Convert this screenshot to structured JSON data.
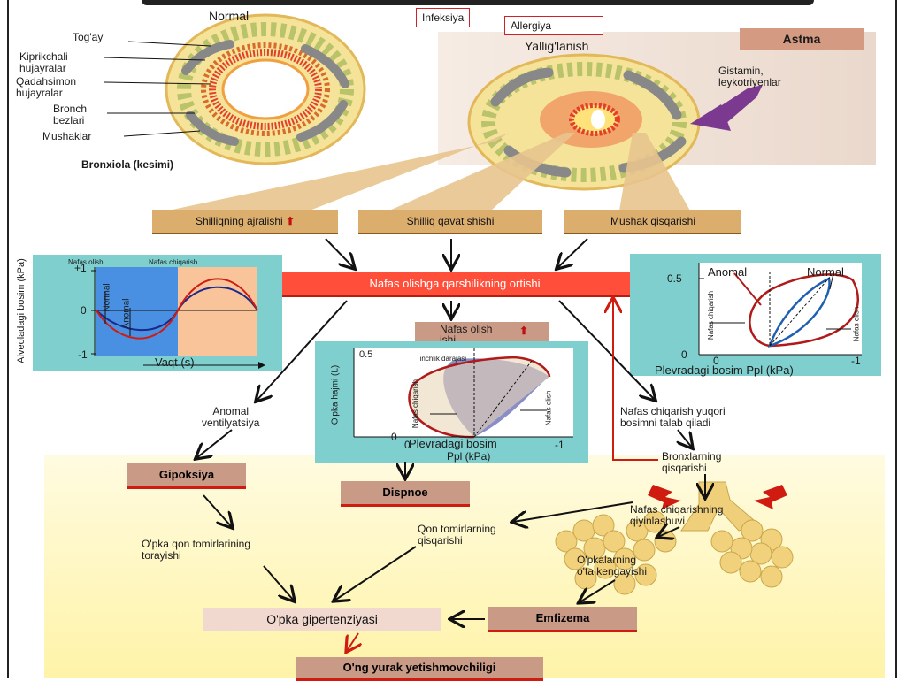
{
  "cross_section": {
    "normal_title": "Normal",
    "caption": "Bronxiola (kesimi)",
    "labels": [
      "Tog'ay",
      "Kiprikchali\nhujayralar",
      "Qadahsimon\nhujayralar",
      "Bronch\nbezlari",
      "Mushaklar"
    ]
  },
  "asthma": {
    "infection": "Infeksiya",
    "allergy": "Allergiya",
    "inflammation": "Yallig'lanish",
    "title": "Astma",
    "mediators": "Gistamin,\nleykotriyenlar"
  },
  "effects": {
    "mucus": "Shilliqning ajralishi",
    "edema": "Shilliq qavat shishi",
    "spasm": "Mushak qisqarishi"
  },
  "central": "Nafas olishga qarshilikning ortishi",
  "breath_work": "Nafas olish\nishi",
  "graph_alveolar": {
    "inhale": "Nafas olish",
    "exhale": "Nafas chiqarish",
    "ylabel": "Alveoladagi bosim (kPa)",
    "xlabel": "Vaqt (s)",
    "yticks": [
      "+1",
      "0",
      "-1"
    ],
    "normal": "Normal",
    "abnormal": "Anomal"
  },
  "graph_volume": {
    "ylabel": "O'pka hajmi (L)",
    "xlabel": "Plevradagi bosim",
    "xunit": "Ppl (kPa)",
    "tidal": "Tinchlik darajasi",
    "exhale": "Nafas chiqarish",
    "inhale": "Nafas olish",
    "y05": "0.5",
    "y0": "0",
    "x0": "0",
    "x1": "-1"
  },
  "graph_pleural": {
    "abnormal": "Anomal",
    "normal": "Normal",
    "xlabel": "Plevradagi bosim Ppl (kPa)",
    "exhale": "Nafas chiqarish",
    "inhale": "Nafas olish",
    "y05": "0.5",
    "y0": "0",
    "x1": "-1"
  },
  "flow": {
    "abnormal_vent": "Anomal\nventilyatsiya",
    "hypoxia": "Gipoksiya",
    "dyspnea": "Dispnoe",
    "high_pressure": "Nafas chiqarish yuqori\nbosimni talab qiladi",
    "bronchi_contract": "Bronxlarning\nqisqarishi",
    "exhale_difficulty": "Nafas chiqarishning\nqiyinlashuvi",
    "overinflation": "O'pkalarning\no'ta kengayishi",
    "vessel_constrict": "Qon tomirlarning\nqisqarishi",
    "vessel_narrow": "O'pka qon tomirlarining\ntorayishi",
    "emphysema": "Emfizema",
    "pulm_hypertension": "O'pka gipertenziyasi",
    "rv_failure": "O'ng yurak yetishmovchiligi"
  },
  "colors": {
    "red": "#d01c10",
    "tan": "#dcae6e",
    "teal": "#7fcfcf",
    "purple": "#7b3a8f"
  }
}
